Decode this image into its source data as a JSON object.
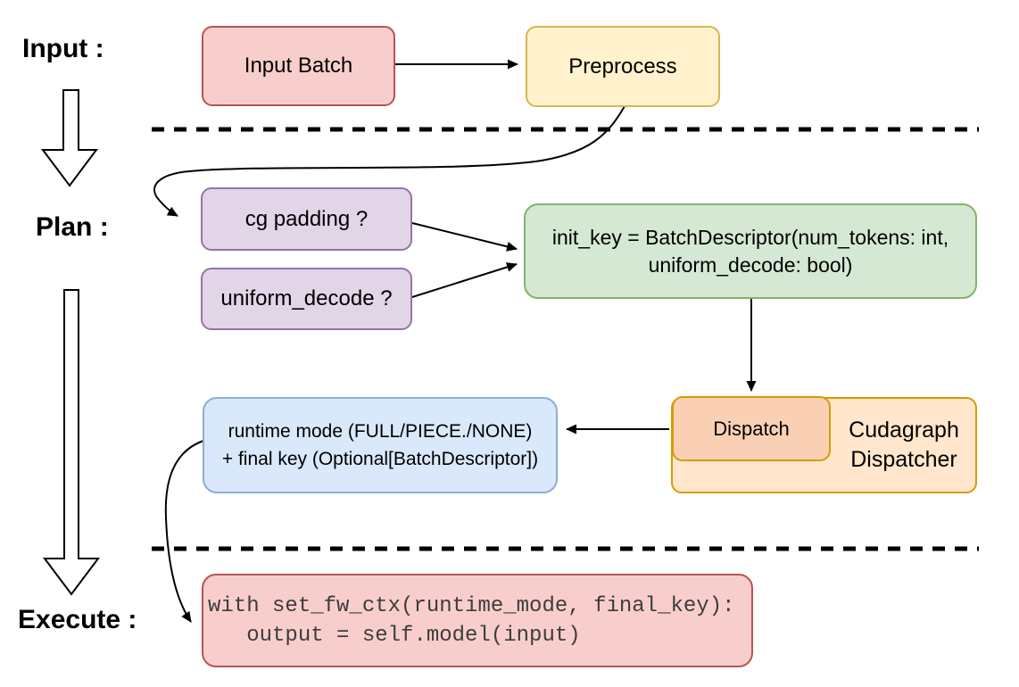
{
  "sections": {
    "input": {
      "label": "Input :"
    },
    "plan": {
      "label": "Plan :"
    },
    "execute": {
      "label": "Execute :"
    }
  },
  "nodes": {
    "input_batch": {
      "label": "Input Batch"
    },
    "preprocess": {
      "label": "Preprocess"
    },
    "cg_padding": {
      "label": "cg padding ?"
    },
    "uniform_decode": {
      "label": "uniform_decode ?"
    },
    "init_key": {
      "line1": "init_key = BatchDescriptor(num_tokens: int,",
      "line2": "uniform_decode: bool)"
    },
    "runtime_result": {
      "line1": "runtime mode (FULL/PIECE./NONE)",
      "line2": "+ final key (Optional[BatchDescriptor])"
    },
    "dispatch": {
      "label": "Dispatch"
    },
    "cudagraph_dispatcher": {
      "line1": "Cudagraph",
      "line2": "Dispatcher"
    },
    "execute_code": {
      "code": "with set_fw_ctx(runtime_mode, final_key):\n   output = self.model(input)"
    }
  },
  "colors": {
    "red_fill": "#f8cecc",
    "red_stroke": "#b85450",
    "yellow_fill": "#fff2cc",
    "yellow_stroke": "#d6b656",
    "purple_fill": "#e1d5e7",
    "purple_stroke": "#9673a6",
    "green_fill": "#d5e8d4",
    "green_stroke": "#82b366",
    "blue_fill": "#dae8fc",
    "blue_stroke": "#8caed6",
    "orange_fill": "#ffe6cc",
    "orange_inner_fill": "#f9d0b4",
    "orange_stroke": "#d79b00",
    "connector": "#000000",
    "code_text": "#3d3d3d"
  }
}
